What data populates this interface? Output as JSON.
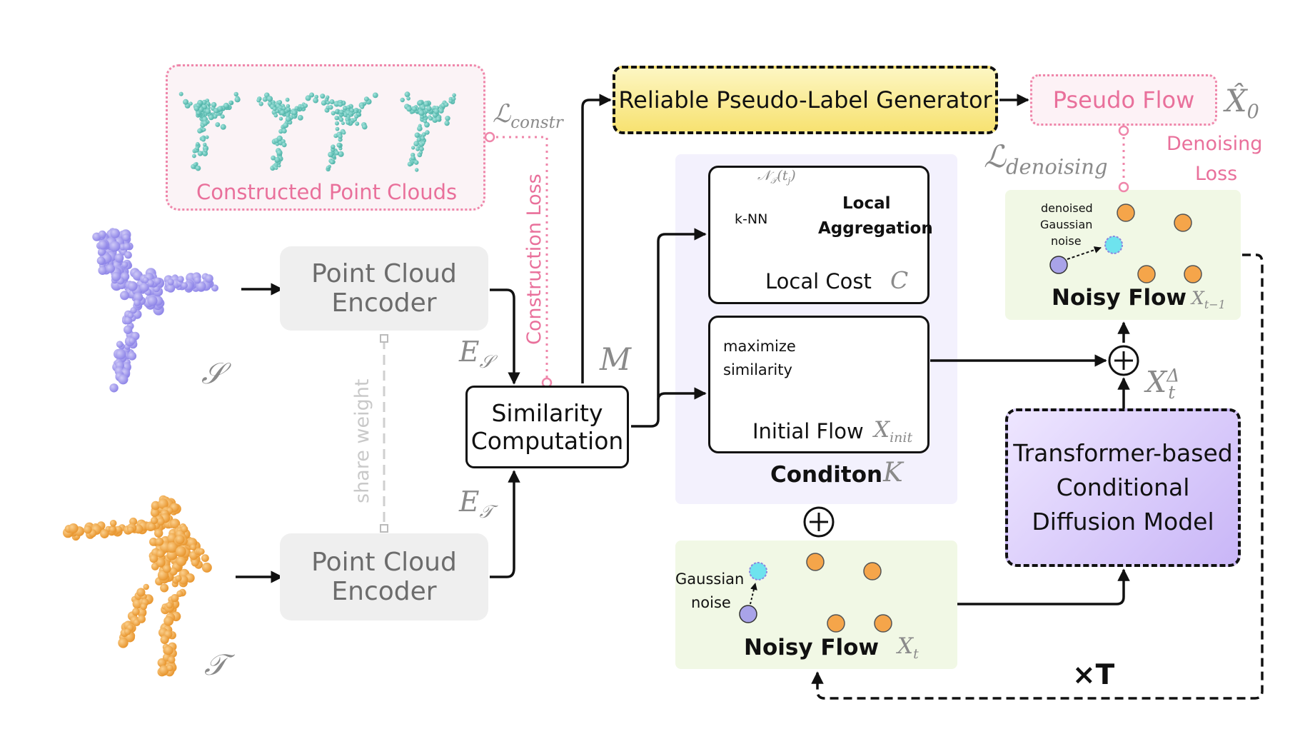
{
  "panels": {
    "constructed": {
      "caption": "Constructed Point Clouds"
    },
    "encoder_s": {
      "line1": "Point Cloud",
      "line2": "Encoder"
    },
    "encoder_t": {
      "line1": "Point Cloud",
      "line2": "Encoder"
    },
    "similarity": {
      "line1": "Similarity",
      "line2": "Computation"
    },
    "pseudo_generator": {
      "label": "Reliable Pseudo-Label Generator"
    },
    "pseudo_flow": {
      "label": "Pseudo Flow"
    },
    "local_cost": {
      "title_line1": "Local",
      "title_line2": "Aggregation",
      "knn": "k-NN",
      "caption": "Local Cost"
    },
    "initial_flow": {
      "note_line1": "maximize",
      "note_line2": "similarity",
      "caption": "Initial Flow"
    },
    "condition": {
      "caption": "Conditon"
    },
    "noisy_flow_bottom": {
      "note_line1": "Gaussian",
      "note_line2": "noise",
      "caption": "Noisy Flow"
    },
    "noisy_flow_top": {
      "note_line1": "denoised",
      "note_line2": "Gaussian",
      "note_line3": "noise",
      "caption": "Noisy Flow"
    },
    "diffusion": {
      "line1": "Transformer-based",
      "line2": "Conditional",
      "line3": "Diffusion Model"
    }
  },
  "labels": {
    "construction_loss": "Construction Loss",
    "share_weight": "share weight",
    "denoising_loss_line1": "Denoising",
    "denoising_loss_line2": "Loss",
    "times_t": "×T"
  },
  "math": {
    "source_set": "𝒮",
    "target_set": "𝒯",
    "e_s": "E",
    "e_s_sub": "𝒮",
    "e_t": "E",
    "e_t_sub": "𝒯",
    "m": "M",
    "l_constr": "ℒ",
    "l_constr_sub": "constr",
    "l_denoising": "ℒ",
    "l_denoising_sub": "denoising",
    "x0_hat": "X̂",
    "x0_sub": "0",
    "c": "C",
    "k": "K",
    "x_init": "X",
    "x_init_sub": "init",
    "x_t": "X",
    "x_t_sub": "t",
    "x_t_minus_1": "X",
    "x_t_minus_1_sub": "t−1",
    "x_delta": "X",
    "x_delta_sub": "t",
    "x_delta_sup": "Δ",
    "neighborhood": "𝒩",
    "neighborhood_sub": "𝒯",
    "neighborhood_arg": "(t",
    "neighborhood_arg_sub": "j",
    "neighborhood_close": ")"
  },
  "colors": {
    "source_points": "#8f86e8",
    "target_points": "#eea84c",
    "constructed_points": "#5fc2b8",
    "orange_node": "#f5a54a",
    "cyan_node": "#6ee3ee",
    "purple_node": "#a9a3e8",
    "pink_accent": "#e9709b"
  }
}
